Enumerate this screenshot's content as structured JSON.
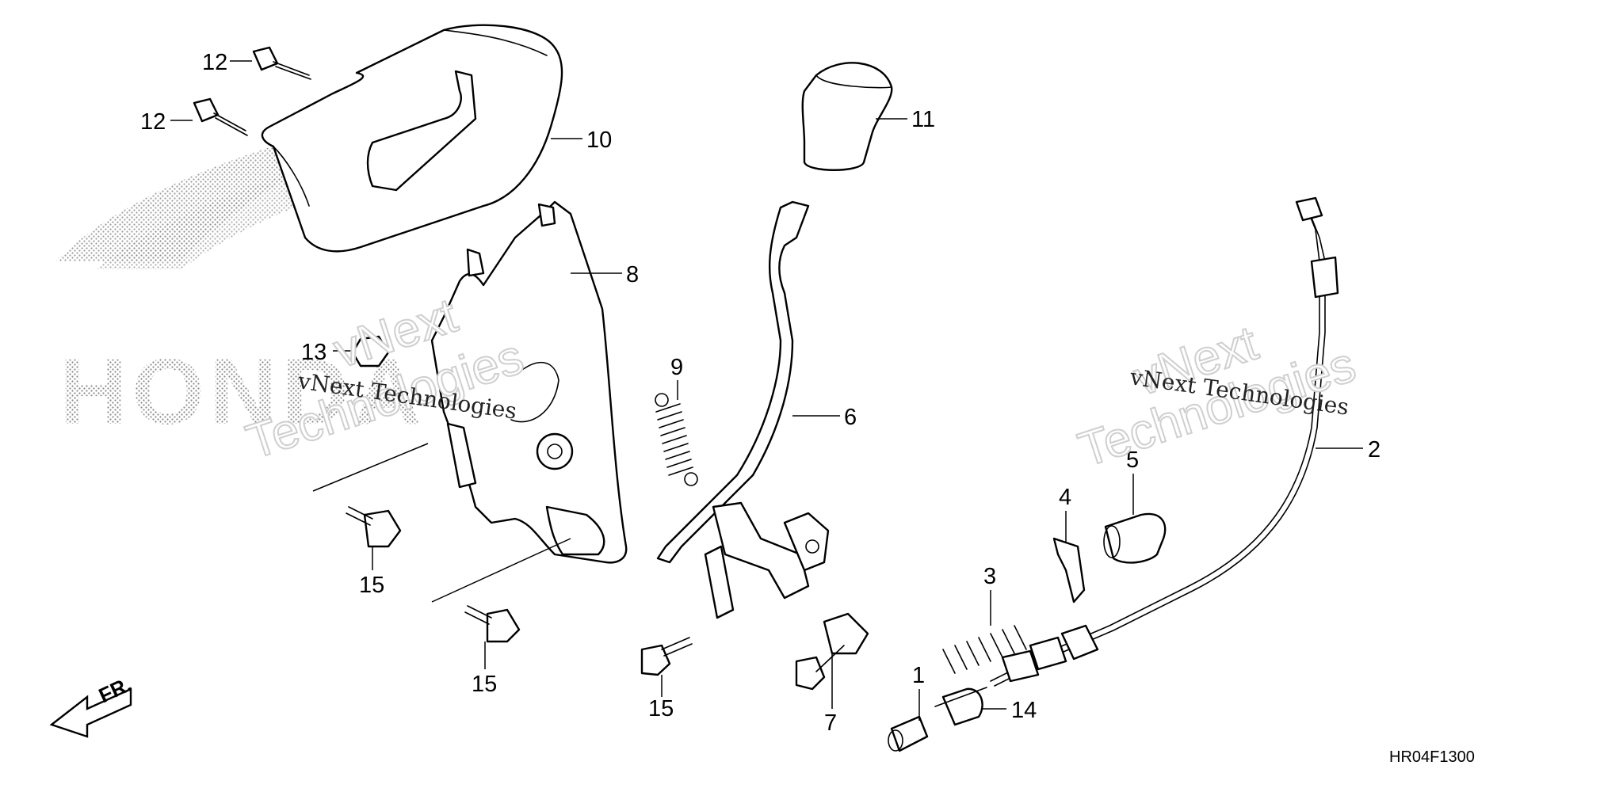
{
  "diagram": {
    "code": "HR04F1300",
    "direction_label": "FR.",
    "watermark_small": "vNext Technologies",
    "watermark_top": "vNext",
    "watermark_bottom": "Technologies",
    "logo_text": "HONDA"
  },
  "callouts": [
    {
      "id": "c1",
      "text": "1"
    },
    {
      "id": "c2",
      "text": "2"
    },
    {
      "id": "c3",
      "text": "3"
    },
    {
      "id": "c4",
      "text": "4"
    },
    {
      "id": "c5",
      "text": "5"
    },
    {
      "id": "c6",
      "text": "6"
    },
    {
      "id": "c7",
      "text": "7"
    },
    {
      "id": "c8",
      "text": "8"
    },
    {
      "id": "c9",
      "text": "9"
    },
    {
      "id": "c10",
      "text": "10"
    },
    {
      "id": "c11",
      "text": "11"
    },
    {
      "id": "c12a",
      "text": "12"
    },
    {
      "id": "c12b",
      "text": "12"
    },
    {
      "id": "c13",
      "text": "13"
    },
    {
      "id": "c14",
      "text": "14"
    },
    {
      "id": "c15a",
      "text": "15"
    },
    {
      "id": "c15b",
      "text": "15"
    },
    {
      "id": "c15c",
      "text": "15"
    }
  ]
}
